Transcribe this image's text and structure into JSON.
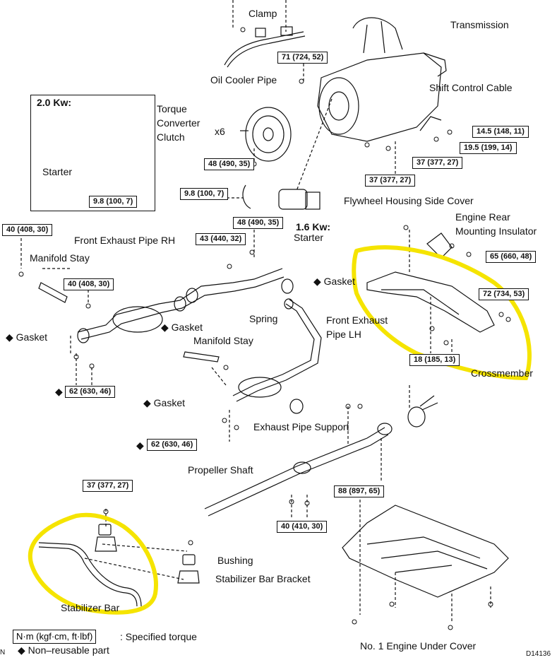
{
  "labels": {
    "clamp": "Clamp",
    "transmission": "Transmission",
    "oil_cooler_pipe": "Oil Cooler Pipe",
    "shift_control_cable": "Shift Control Cable",
    "torque_converter": "Torque\nConverter\nClutch",
    "x6": "x6",
    "starter_20": "Starter",
    "inset_title": "2.0 Kw:",
    "flywheel_cover": "Flywheel Housing Side Cover",
    "starter_16_title": "1.6 Kw:",
    "starter_16": "Starter",
    "engine_rear_mount": "Engine Rear\nMounting Insulator",
    "front_exhaust_rh": "Front Exhaust Pipe RH",
    "manifold_stay_1": "Manifold Stay",
    "gasket_1": "Gasket",
    "gasket_2": "Gasket",
    "gasket_3": "Gasket",
    "gasket_4": "Gasket",
    "spring": "Spring",
    "front_exhaust_lh": "Front Exhaust\nPipe LH",
    "manifold_stay_2": "Manifold Stay",
    "crossmember": "Crossmember",
    "exhaust_support": "Exhaust Pipe Support",
    "propeller_shaft": "Propeller Shaft",
    "bushing": "Bushing",
    "stab_bracket": "Stabilizer Bar Bracket",
    "stab_bar": "Stabilizer Bar",
    "under_cover": "No. 1 Engine Under Cover",
    "diagram_id": "D14136",
    "corner_n": "N"
  },
  "torques": {
    "t_71": "71 (724, 52)",
    "t_14_5": "14.5 (148, 11)",
    "t_19_5": "19.5 (199, 14)",
    "t_37a": "37 (377, 27)",
    "t_37b": "37 (377, 27)",
    "t_48a": "48 (490, 35)",
    "t_9_8a": "9.8 (100, 7)",
    "t_9_8b": "9.8 (100, 7)",
    "t_48b": "48 (490, 35)",
    "t_40a": "40 (408, 30)",
    "t_43": "43 (440, 32)",
    "t_40b": "40 (408, 30)",
    "t_65": "65 (660, 48)",
    "t_72": "72 (734, 53)",
    "t_18": "18 (185, 13)",
    "t_62a": "62 (630, 46)",
    "t_62b": "62 (630, 46)",
    "t_37c": "37 (377, 27)",
    "t_88": "88 (897, 65)",
    "t_40c": "40 (410, 30)"
  },
  "legend": {
    "torque_unit": "N·m (kgf·cm, ft·lbf)",
    "torque_desc": ": Specified torque",
    "nonreusable": "Non–reusable part",
    "diamond": "◆"
  },
  "colors": {
    "highlight": "#f5e400",
    "ink": "#111111"
  }
}
